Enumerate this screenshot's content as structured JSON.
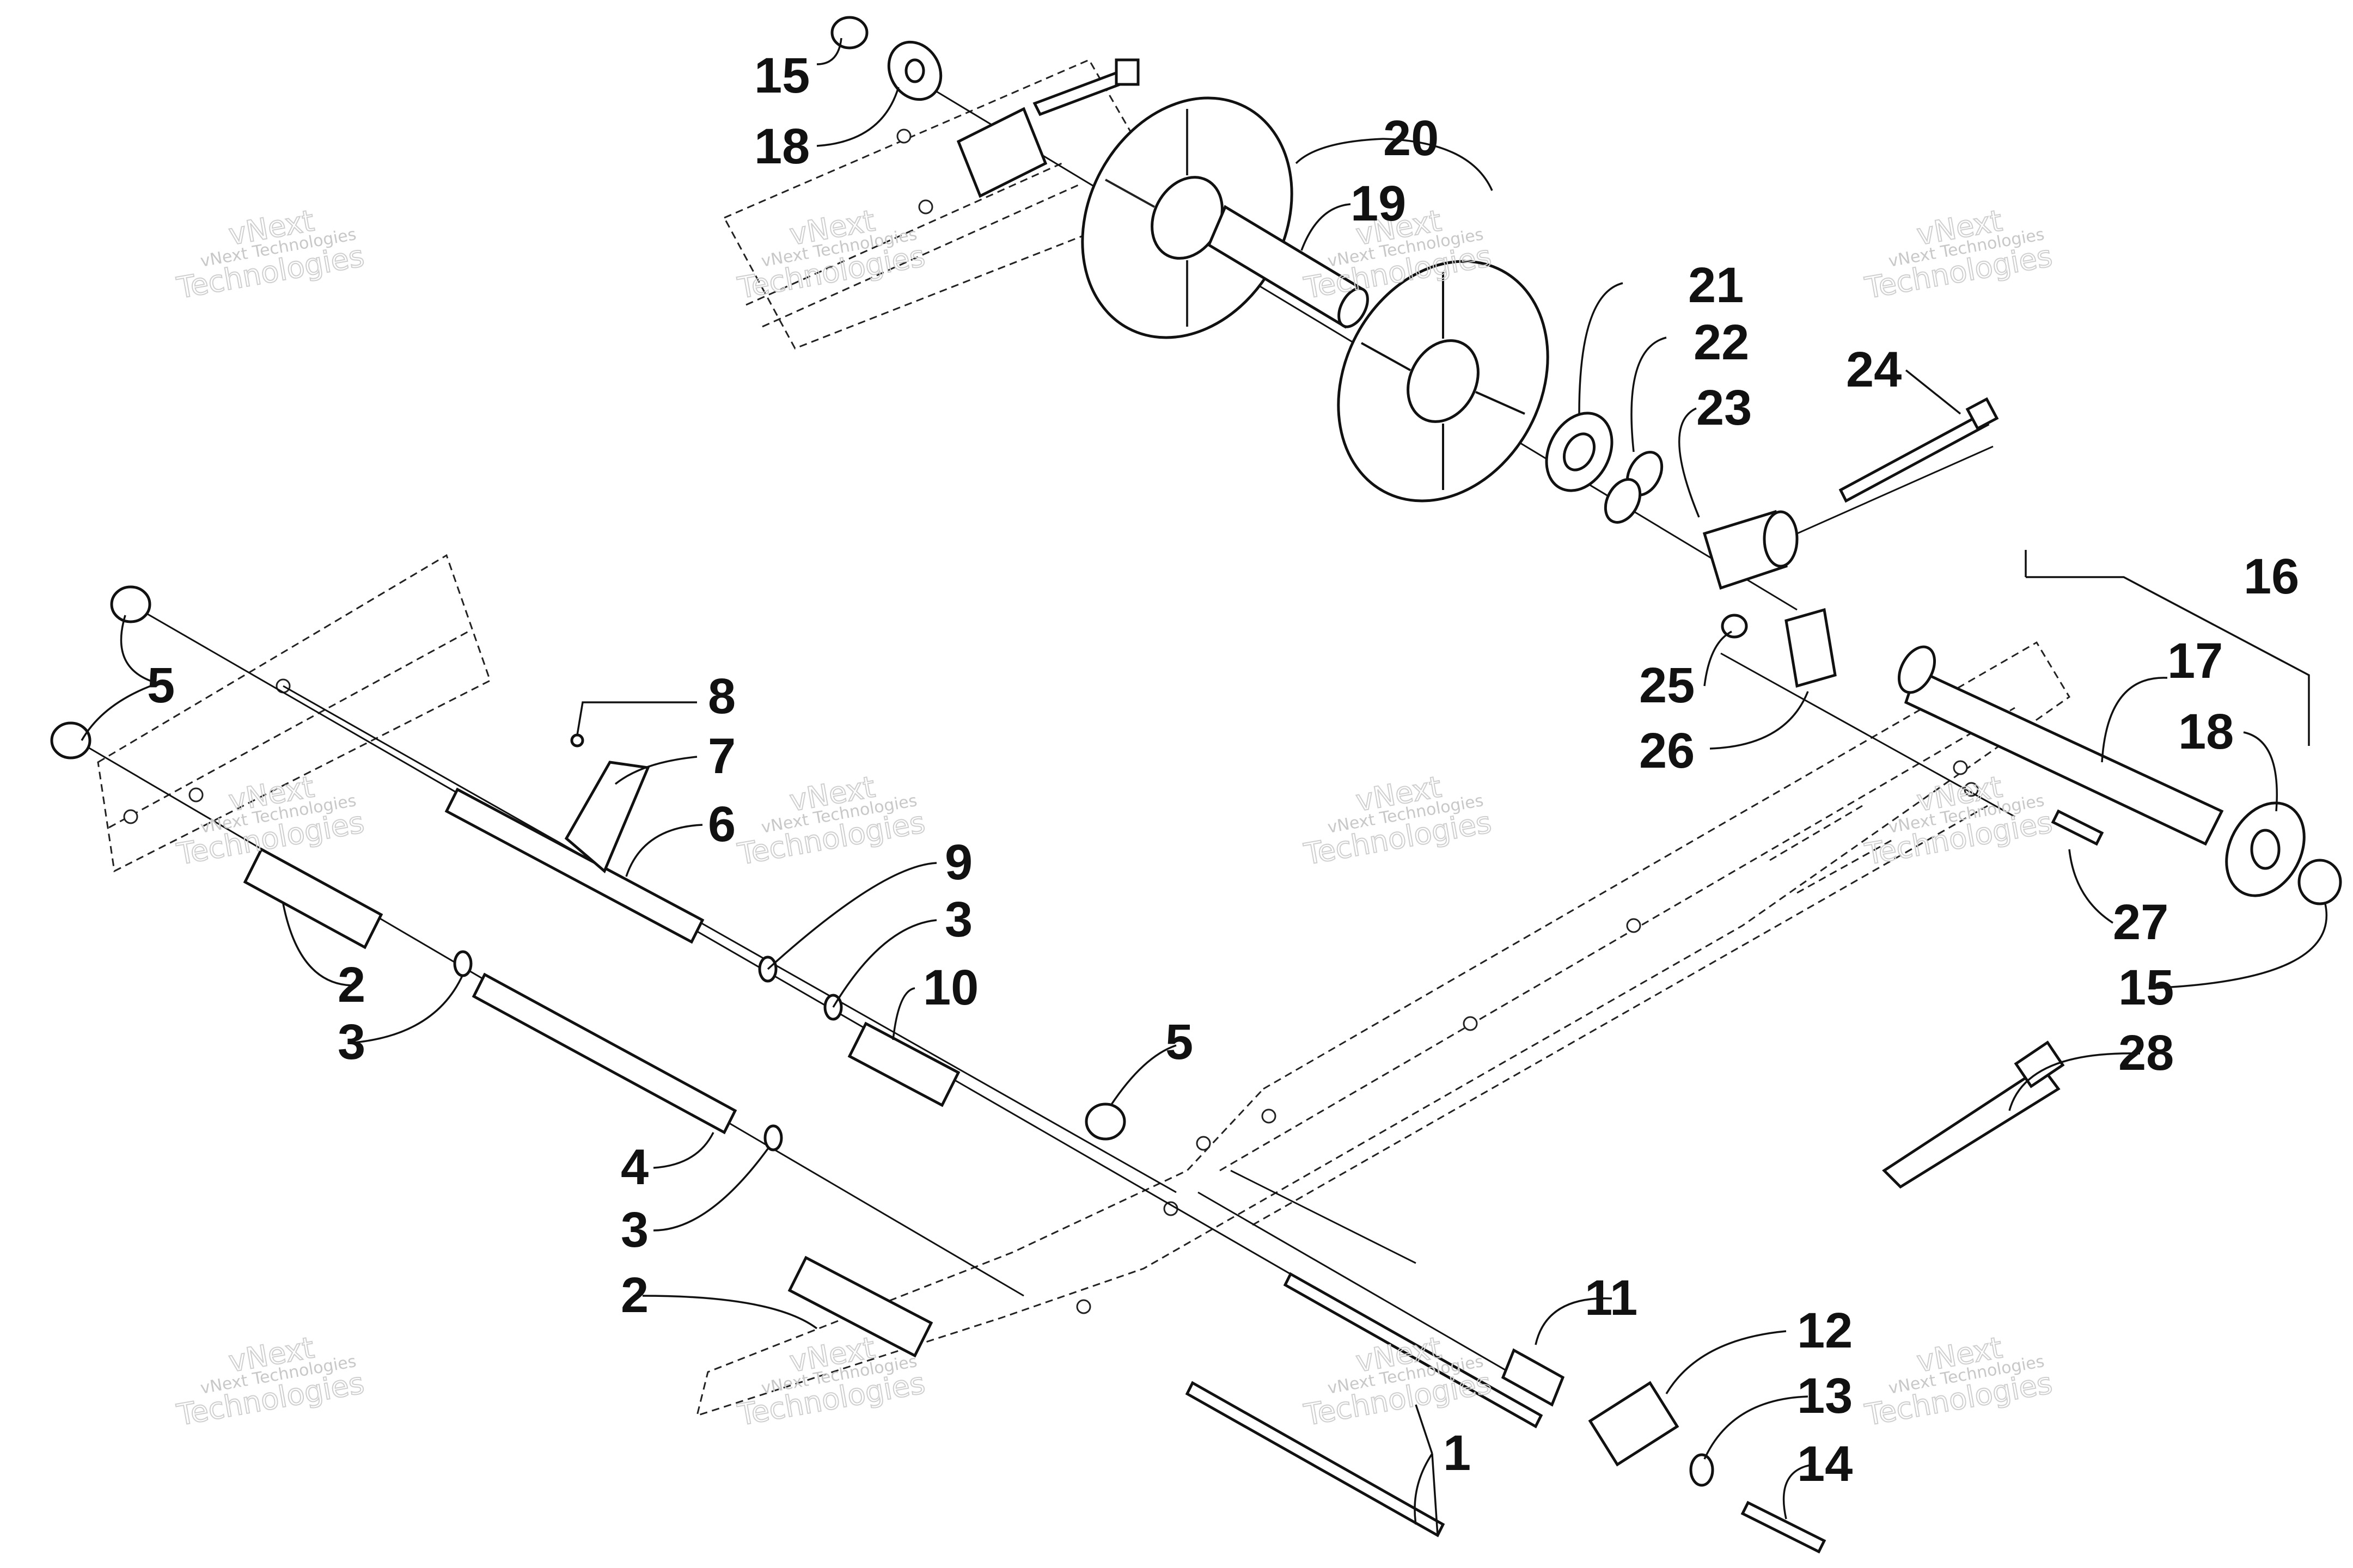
{
  "watermark": {
    "line1": "vNext Technologies",
    "line2": "vNext",
    "line3": "Technologies"
  },
  "callouts": [
    {
      "id": "c15a",
      "label": "15"
    },
    {
      "id": "c18a",
      "label": "18"
    },
    {
      "id": "c20",
      "label": "20"
    },
    {
      "id": "c19",
      "label": "19"
    },
    {
      "id": "c21",
      "label": "21"
    },
    {
      "id": "c22",
      "label": "22"
    },
    {
      "id": "c23",
      "label": "23"
    },
    {
      "id": "c24",
      "label": "24"
    },
    {
      "id": "c16",
      "label": "16"
    },
    {
      "id": "c17",
      "label": "17"
    },
    {
      "id": "c18b",
      "label": "18"
    },
    {
      "id": "c25",
      "label": "25"
    },
    {
      "id": "c26",
      "label": "26"
    },
    {
      "id": "c27",
      "label": "27"
    },
    {
      "id": "c15b",
      "label": "15"
    },
    {
      "id": "c28",
      "label": "28"
    },
    {
      "id": "c5a",
      "label": "5"
    },
    {
      "id": "c8",
      "label": "8"
    },
    {
      "id": "c7",
      "label": "7"
    },
    {
      "id": "c6",
      "label": "6"
    },
    {
      "id": "c9",
      "label": "9"
    },
    {
      "id": "c3a",
      "label": "3"
    },
    {
      "id": "c10",
      "label": "10"
    },
    {
      "id": "c2a",
      "label": "2"
    },
    {
      "id": "c3b",
      "label": "3"
    },
    {
      "id": "c5b",
      "label": "5"
    },
    {
      "id": "c4",
      "label": "4"
    },
    {
      "id": "c3c",
      "label": "3"
    },
    {
      "id": "c2b",
      "label": "2"
    },
    {
      "id": "c11",
      "label": "11"
    },
    {
      "id": "c12",
      "label": "12"
    },
    {
      "id": "c13",
      "label": "13"
    },
    {
      "id": "c14",
      "label": "14"
    },
    {
      "id": "c1",
      "label": "1"
    }
  ]
}
